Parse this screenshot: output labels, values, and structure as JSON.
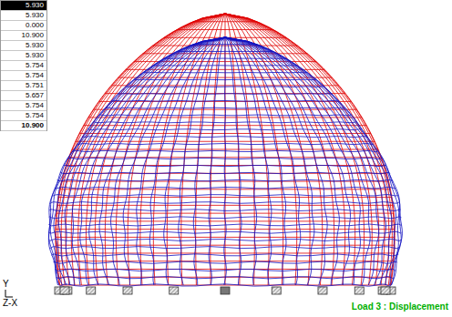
{
  "diagram": {
    "labels": [
      "5.930",
      "5.930",
      "0.000",
      "10.900",
      "5.930",
      "5.930",
      "5.754",
      "5.754",
      "5.751",
      "5.657",
      "5.754",
      "5.754",
      "10.900",
      "Y",
      "Z-X",
      "Load 3 : Displacement"
    ]
  }
}
